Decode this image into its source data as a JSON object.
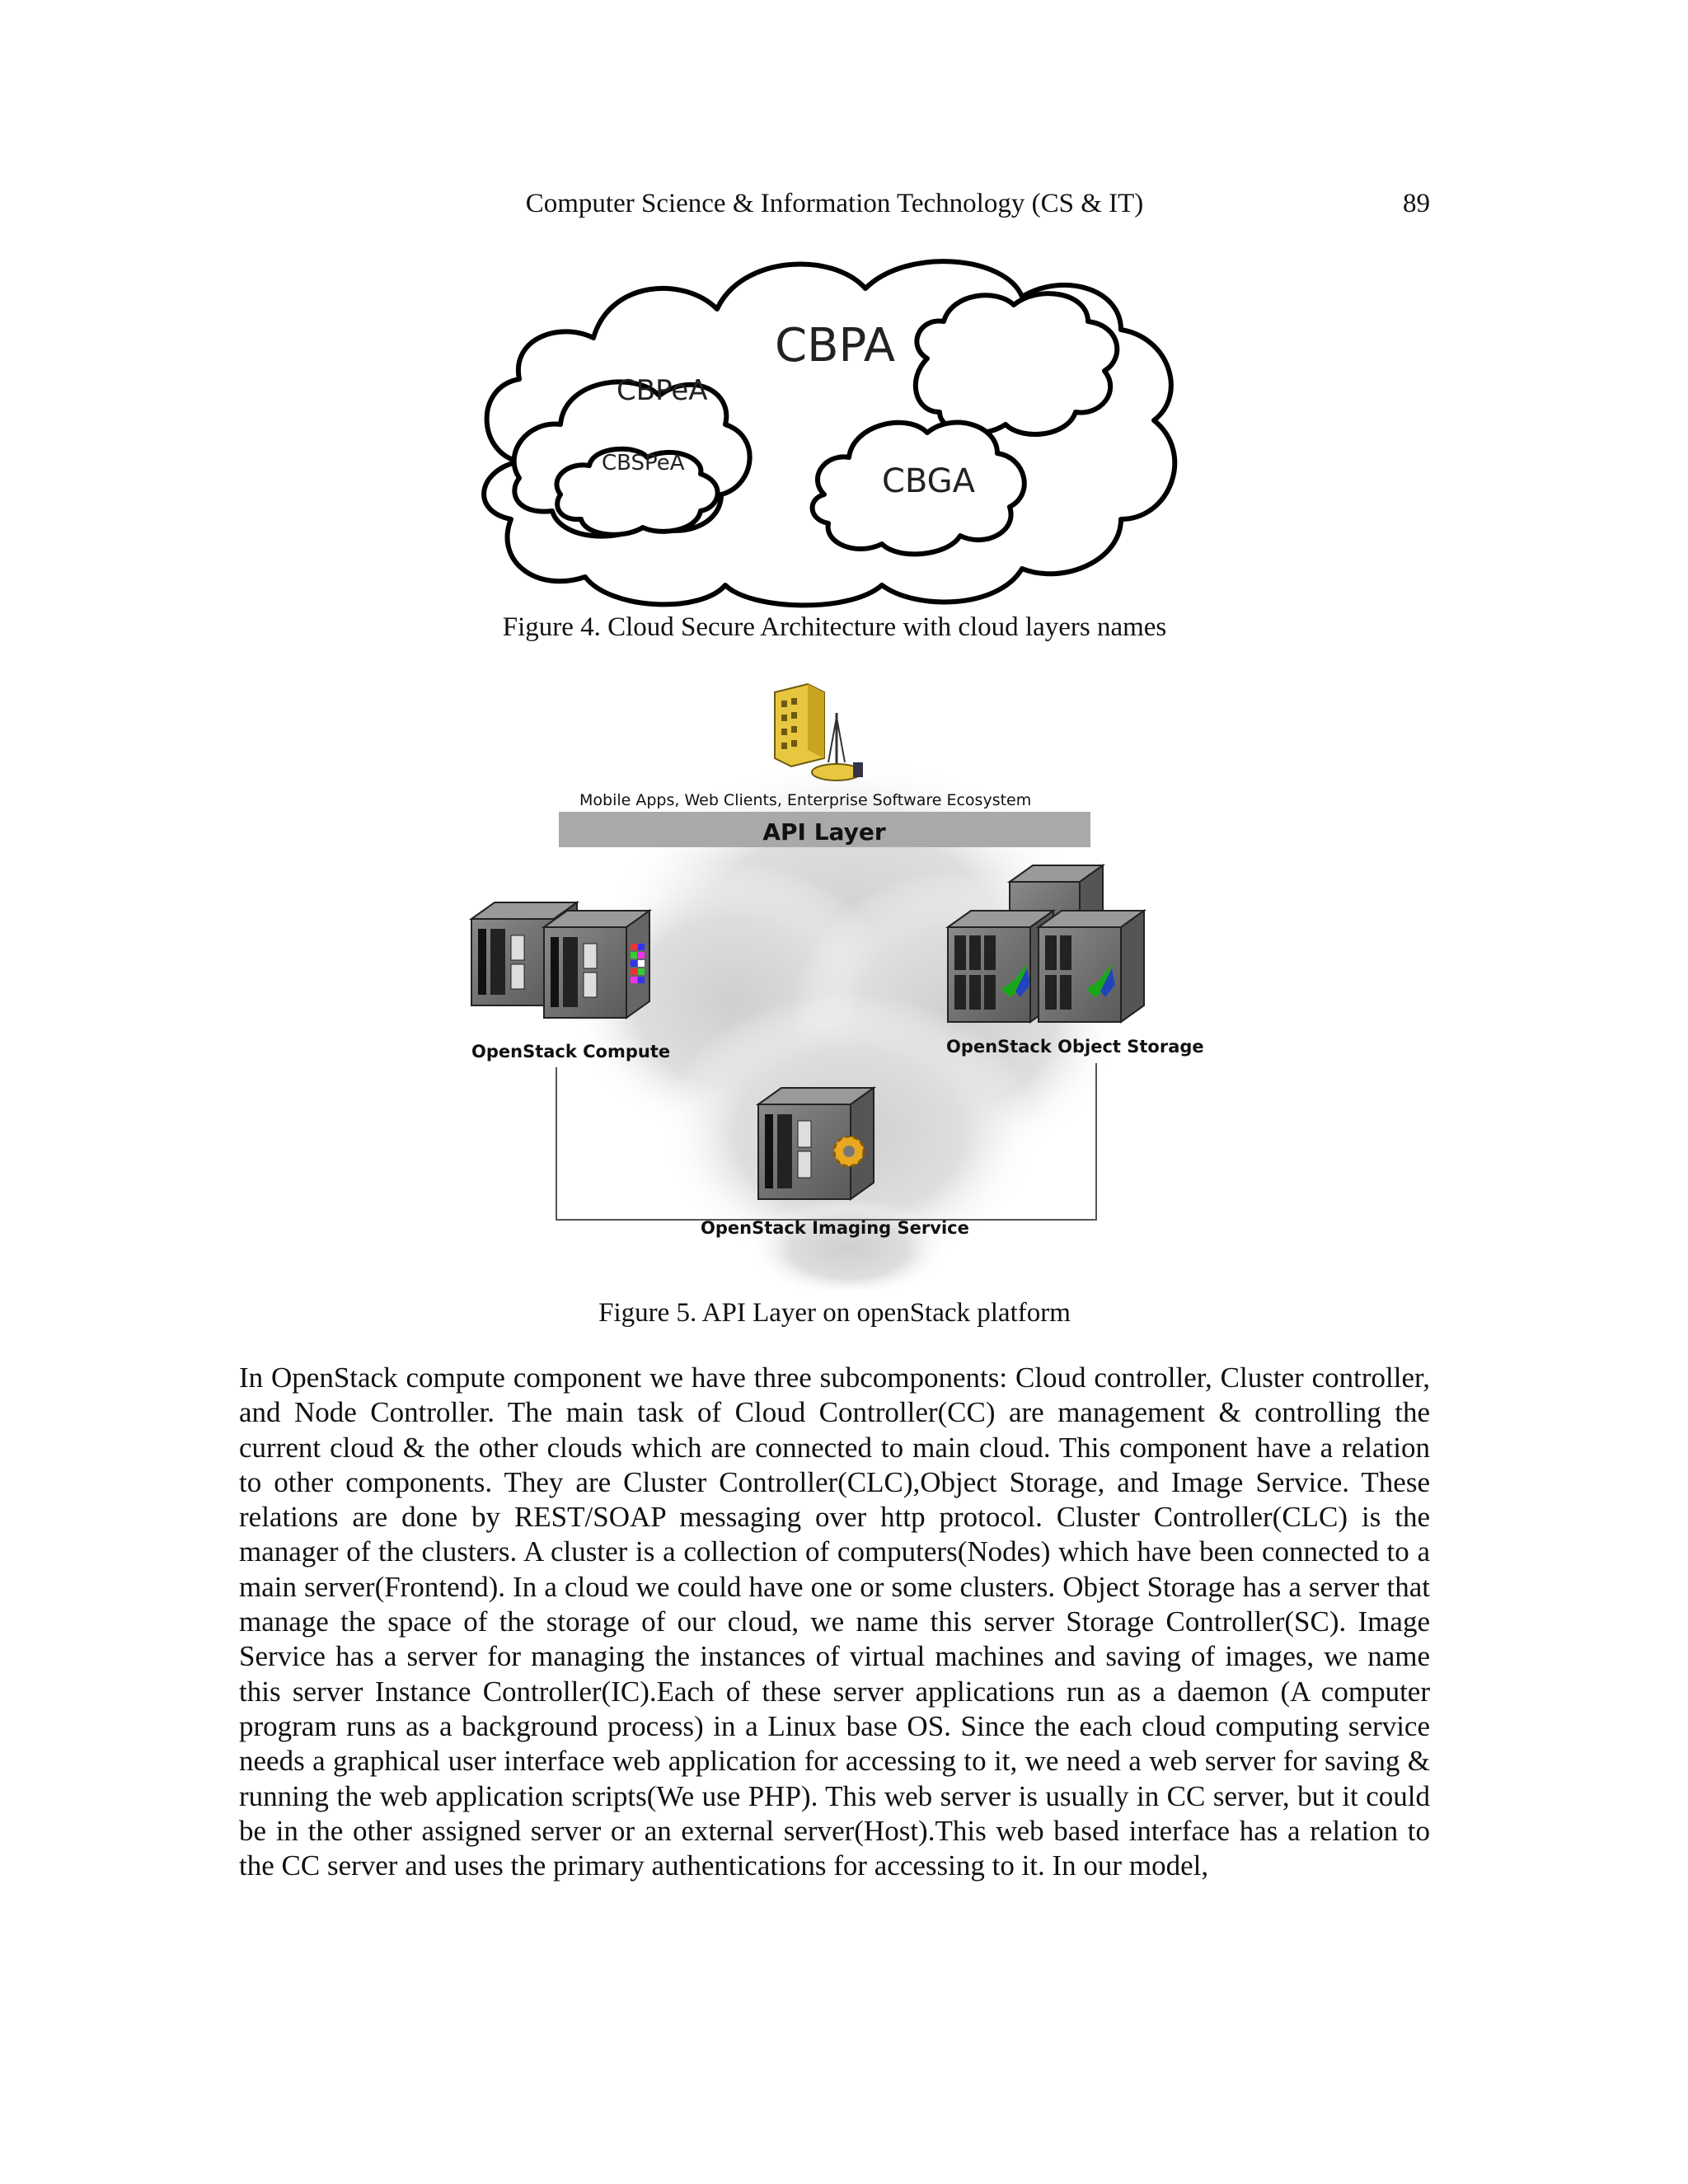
{
  "header": {
    "running_title": "Computer Science & Information Technology (CS & IT)",
    "page_number": "89"
  },
  "figure4": {
    "labels": {
      "outer": "CBPA",
      "left": "CBPeA",
      "inner": "CBSPeA",
      "right": "CBGA"
    },
    "caption": "Figure 4. Cloud Secure Architecture with cloud layers names"
  },
  "figure5": {
    "clients_label": "Mobile Apps, Web Clients, Enterprise Software Ecosystem",
    "api_layer_label": "API Layer",
    "compute_label": "OpenStack Compute",
    "object_storage_label": "OpenStack Object Storage",
    "imaging_label": "OpenStack Imaging Service",
    "caption": "Figure 5. API Layer on openStack platform"
  },
  "body": {
    "paragraph": "In OpenStack compute component we have three subcomponents: Cloud controller, Cluster controller, and Node Controller. The main task of Cloud Controller(CC) are management & controlling the current cloud & the other clouds which are connected to main cloud. This component have a relation to other components. They are Cluster Controller(CLC),Object Storage, and Image Service. These relations are done by REST/SOAP messaging over http protocol. Cluster Controller(CLC) is the manager of the clusters. A cluster is a collection of computers(Nodes) which have been connected to a main server(Frontend). In a cloud we could have one or some clusters. Object Storage has a server that manage the space of the storage of our cloud, we name this server Storage Controller(SC). Image Service has a server for managing the instances of virtual machines and saving of images, we name this server Instance Controller(IC).Each of these server applications run as a daemon (A computer program runs as a background process) in a Linux base OS. Since the each cloud computing service needs a graphical user interface web application for accessing to it, we need a web server for saving & running the web application scripts(We use PHP). This web server is usually in CC server, but it could be in the other assigned server or an external server(Host).This web based interface has a relation to the CC server and uses the primary authentications for accessing to it. In our model,"
  }
}
